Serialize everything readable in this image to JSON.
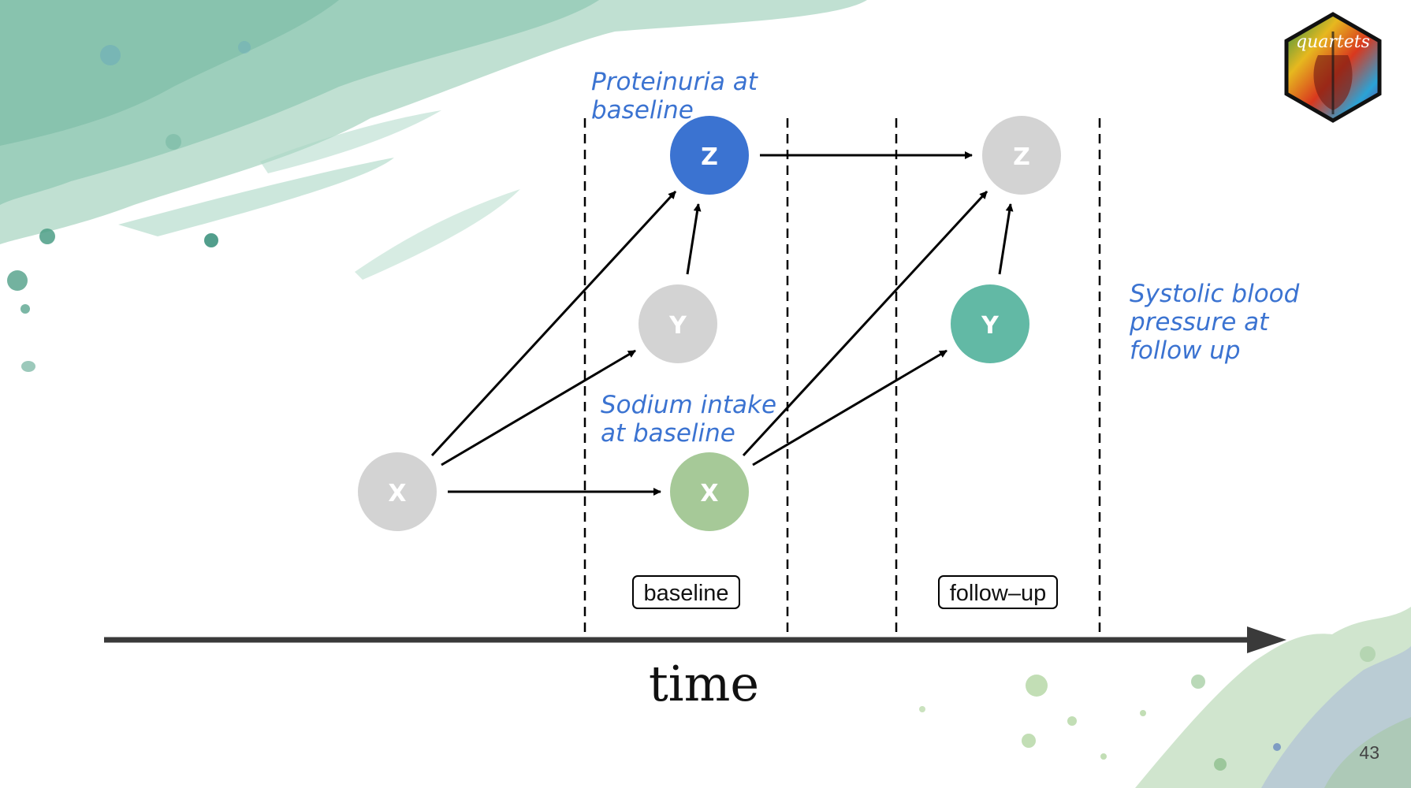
{
  "nodes": {
    "x_prior": {
      "label": "X",
      "color": "#d3d3d3"
    },
    "x_baseline": {
      "label": "X",
      "color": "#a6c998"
    },
    "y_baseline": {
      "label": "Y",
      "color": "#d3d3d3"
    },
    "z_baseline": {
      "label": "Z",
      "color": "#3b73d1"
    },
    "y_followup": {
      "label": "Y",
      "color": "#62b9a5"
    },
    "z_followup": {
      "label": "Z",
      "color": "#d3d3d3"
    }
  },
  "annotations": {
    "proteinuria": [
      "Proteinuria at",
      "baseline"
    ],
    "sodium": [
      "Sodium intake",
      "at baseline"
    ],
    "systolic": [
      "Systolic blood",
      "pressure at",
      "follow up"
    ]
  },
  "periods": {
    "baseline": "baseline",
    "followup": "follow–up"
  },
  "axis": {
    "label": "time"
  },
  "logo": {
    "text": "quartets"
  },
  "page": {
    "number": "43"
  }
}
